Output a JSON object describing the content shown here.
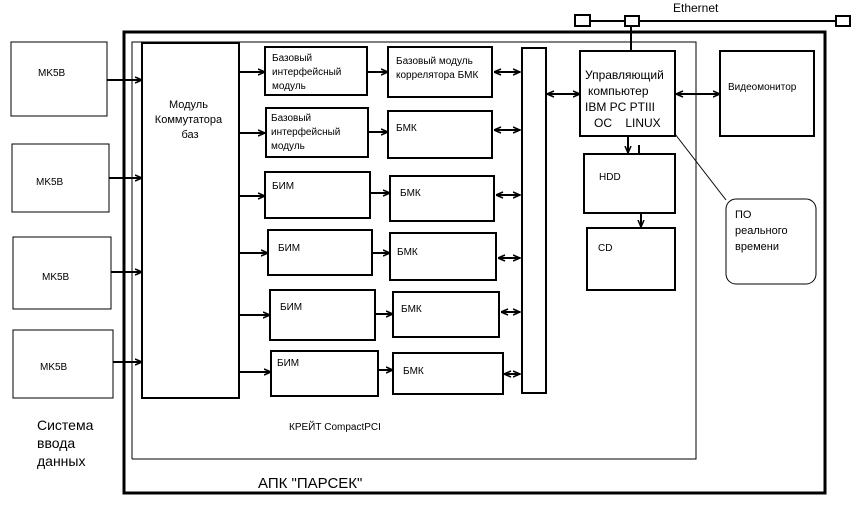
{
  "network": {
    "label": "Ethernet"
  },
  "system": {
    "title": "АПК \"ПАРСЕК\"",
    "crate_label": "КРЕЙТ CompactPCI"
  },
  "input_system": {
    "label_lines": [
      "Система",
      "ввода",
      "данных"
    ],
    "recorders": [
      {
        "label": "MK5B"
      },
      {
        "label": "MK5B"
      },
      {
        "label": "MK5B"
      },
      {
        "label": "MK5B"
      }
    ]
  },
  "switch_module": {
    "label_lines": [
      "Модуль",
      "Коммутатора",
      "баз"
    ]
  },
  "interface_modules": [
    {
      "label_lines": [
        "Базовый",
        "интерфейсный",
        "модуль"
      ]
    },
    {
      "label_lines": [
        "Базовый",
        "интерфейсный",
        "модуль"
      ]
    },
    {
      "label_lines": [
        "БИМ"
      ]
    },
    {
      "label_lines": [
        "БИМ"
      ]
    },
    {
      "label_lines": [
        "БИМ"
      ]
    },
    {
      "label_lines": [
        "БИМ"
      ]
    }
  ],
  "correlator_modules": [
    {
      "label_lines": [
        "Базовый модуль",
        "коррелятора БМК"
      ]
    },
    {
      "label_lines": [
        "БМК"
      ]
    },
    {
      "label_lines": [
        "БМК"
      ]
    },
    {
      "label_lines": [
        "БМК"
      ]
    },
    {
      "label_lines": [
        "БМК"
      ]
    },
    {
      "label_lines": [
        "БМК"
      ]
    }
  ],
  "control_computer": {
    "label_lines": [
      "Управляющий",
      "компьютер",
      "IBM PC PTIII",
      "ОС    LINUX"
    ]
  },
  "video_monitor": {
    "label": "Видеомонитор"
  },
  "hdd": {
    "label": "HDD"
  },
  "cd": {
    "label": "CD"
  },
  "callout": {
    "label_lines": [
      "ПО",
      "реального",
      "времени"
    ]
  }
}
